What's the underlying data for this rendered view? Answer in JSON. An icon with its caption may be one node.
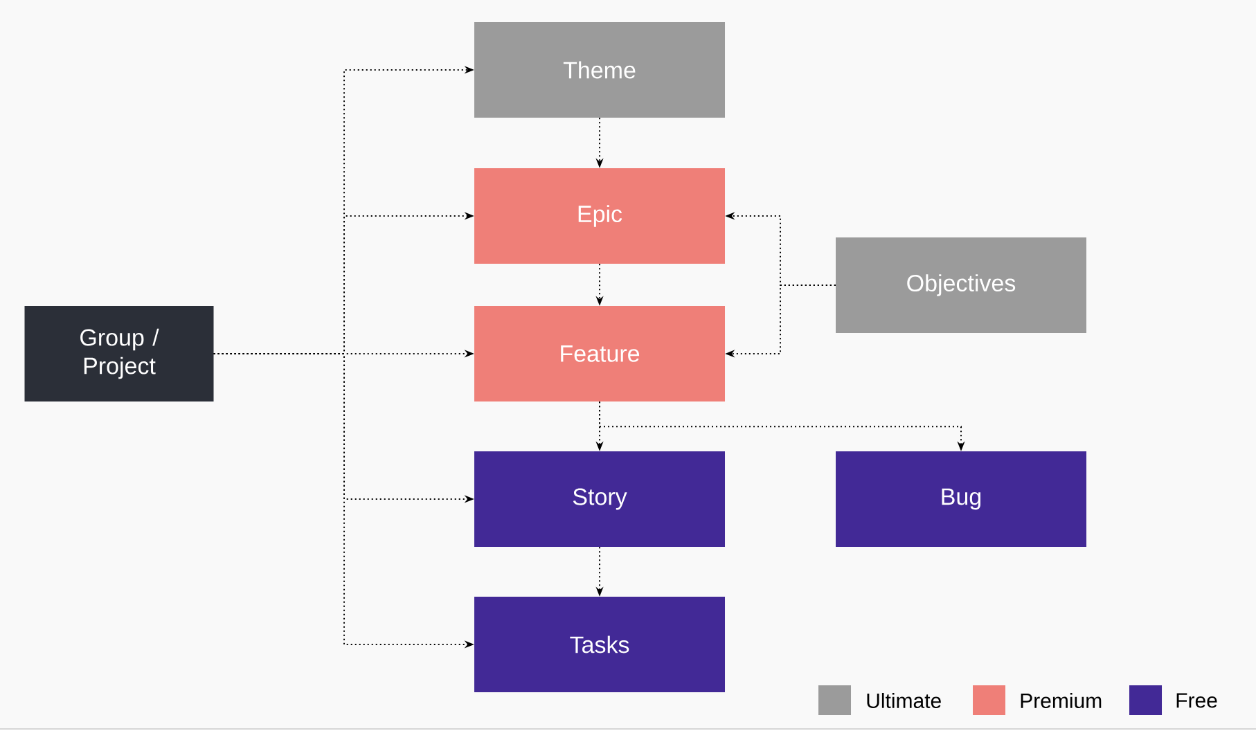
{
  "diagram": {
    "nodes": [
      {
        "text": [
          "Theme"
        ]
      },
      {
        "text": [
          "Epic"
        ]
      },
      {
        "text": [
          "Objectives"
        ]
      },
      {
        "text": [
          "Group / Project"
        ]
      },
      {
        "text": [
          "Feature"
        ]
      },
      {
        "text": [
          "Story"
        ]
      },
      {
        "text": [
          "Bug"
        ]
      },
      {
        "text": [
          "Tasks"
        ]
      }
    ],
    "edges": [
      {
        "from": 3,
        "to": 0,
        "arrow": "to"
      },
      {
        "from": 3,
        "to": 1,
        "arrow": "to"
      },
      {
        "from": 3,
        "to": 4,
        "arrow": "to"
      },
      {
        "from": 3,
        "to": 5,
        "arrow": "to"
      },
      {
        "from": 3,
        "to": 7,
        "arrow": "to"
      },
      {
        "from": 0,
        "to": 1,
        "arrow": "to"
      },
      {
        "from": 1,
        "to": 4,
        "arrow": "to"
      },
      {
        "from": 2,
        "to": 1,
        "arrow": "to"
      },
      {
        "from": 2,
        "to": 4,
        "arrow": "to"
      },
      {
        "from": 4,
        "to": 5,
        "arrow": "to"
      },
      {
        "from": 4,
        "to": 6,
        "arrow": "to"
      },
      {
        "from": 5,
        "to": 7,
        "arrow": "to"
      }
    ],
    "legend": [
      {
        "text": "Ultimate",
        "color": "#9b9b9b"
      },
      {
        "text": "Premium",
        "color": "#ef7f78"
      },
      {
        "text": "Free",
        "color": "#422996"
      }
    ]
  }
}
